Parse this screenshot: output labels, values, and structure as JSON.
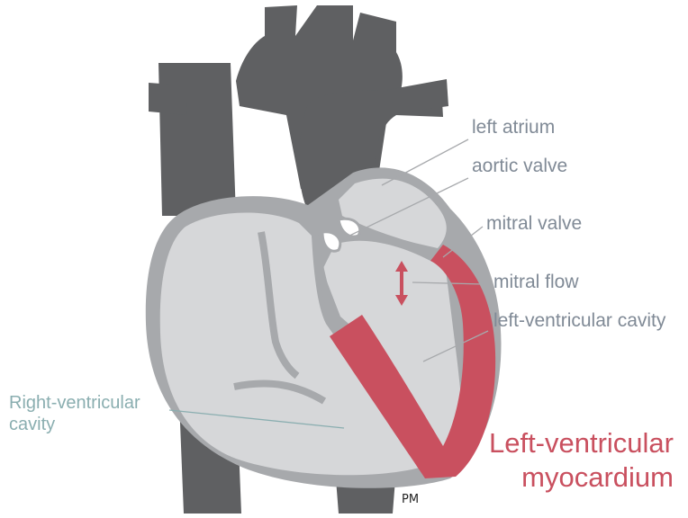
{
  "labels": {
    "left_atrium": "left atrium",
    "aortic_valve": "aortic valve",
    "mitral_valve": "mitral valve",
    "mitral_flow": "mitral flow",
    "lv_cavity": "left-ventricular cavity",
    "rv_cavity_line1": "Right-ventricular",
    "rv_cavity_line2": "cavity",
    "lv_myocardium_line1": "Left-ventricular",
    "lv_myocardium_line2": "myocardium",
    "signature": "PM"
  },
  "colors": {
    "vessels": "#5f6062",
    "heart_wall": "#a7a9ac",
    "heart_chamber": "#d6d7d9",
    "myocardium": "#c9505f",
    "label_gray": "#808a96",
    "label_teal": "#8aaeb0"
  }
}
